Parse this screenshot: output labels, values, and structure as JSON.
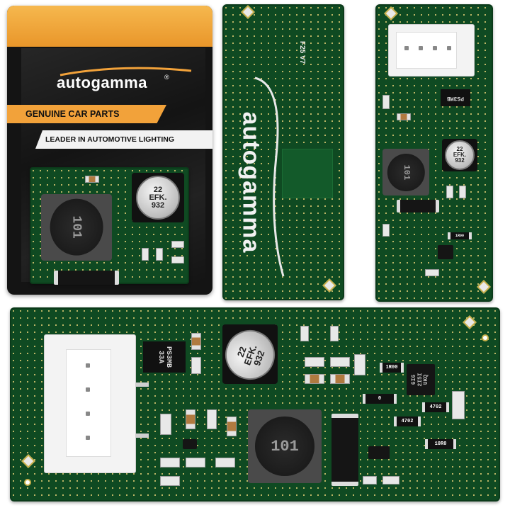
{
  "package": {
    "brand": "autogamma",
    "registered": "®",
    "banner_primary": "GENUINE CAR PARTS",
    "banner_secondary": "LEADER IN AUTOMOTIVE LIGHTING"
  },
  "board_vertical": {
    "brand_text": "autogamma",
    "version": "F25 V7"
  },
  "components": {
    "capacitor_line1": "22",
    "capacitor_line2": "EFK.",
    "capacitor_line3": "932",
    "inductor_marking": "101",
    "diode_line1": "PS3MB",
    "diode_line2": "33A",
    "ic_line1": "6I6",
    "ic_line2": "2I5I",
    "ic_line3": "UKQ",
    "resistor_1r00": "1R00",
    "resistor_0": "0",
    "resistor_4702a": "4702",
    "resistor_4702b": "4702",
    "resistor_10r0": "10R0"
  },
  "colors": {
    "pcb_green": "#0f4a22",
    "banner_orange": "#f2a23a",
    "package_black": "#141414",
    "silkscreen": "#e8e8e8"
  }
}
